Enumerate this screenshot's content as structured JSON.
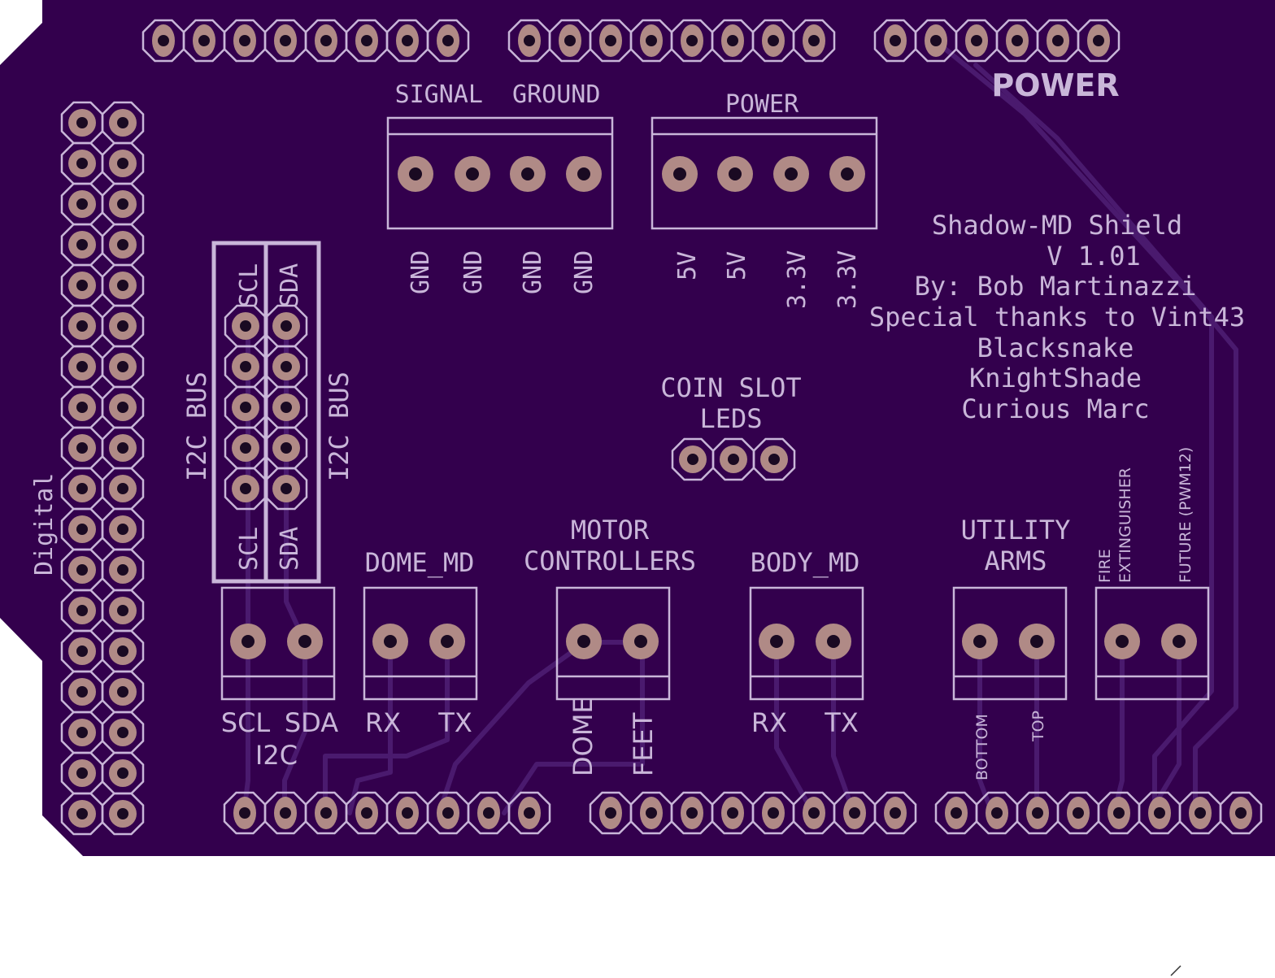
{
  "colors": {
    "board": "#33004d",
    "trace": "#4a1a6e",
    "silkscreen": "#c9b6d9",
    "pad": "#b08a86",
    "hole": "#1a0a22"
  },
  "labels": {
    "power_top": "POWER",
    "signal_ground": "SIGNAL  GROUND",
    "power_block": "POWER",
    "gnd1": "GND",
    "gnd2": "GND",
    "gnd3": "GND",
    "gnd4": "GND",
    "v5a": "5V",
    "v5b": "5V",
    "v33a": "3.3V",
    "v33b": "3.3V",
    "credit1": "Shadow-MD Shield",
    "credit2": "V 1.01",
    "credit3": "By: Bob Martinazzi",
    "credit4": "Special thanks to Vint43",
    "credit5": "Blacksnake",
    "credit6": "KnightShade",
    "credit7": "Curious Marc",
    "coin1": "COIN SLOT",
    "coin2": "LEDS",
    "digital": "Digital",
    "i2c_bus_left": "I2C BUS",
    "i2c_bus_right": "I2C BUS",
    "scl_top": "SCL",
    "sda_top": "SDA",
    "scl_bottom": "SCL",
    "sda_bottom": "SDA",
    "dome_md": "DOME_MD",
    "motor1": "MOTOR",
    "motor2": "CONTROLLERS",
    "body_md": "BODY_MD",
    "utility1": "UTILITY",
    "utility2": "ARMS",
    "fire1": "FIRE",
    "fire2": "EXTINGUISHER",
    "future": "FUTURE (PWM12)",
    "scl_term": "SCL",
    "sda_term": "SDA",
    "i2c": "I2C",
    "rx1": "RX",
    "tx1": "TX",
    "dome": "DOME",
    "feet": "FEET",
    "rx2": "RX",
    "tx2": "TX",
    "bottom": "BOTTOM",
    "top": "TOP"
  }
}
